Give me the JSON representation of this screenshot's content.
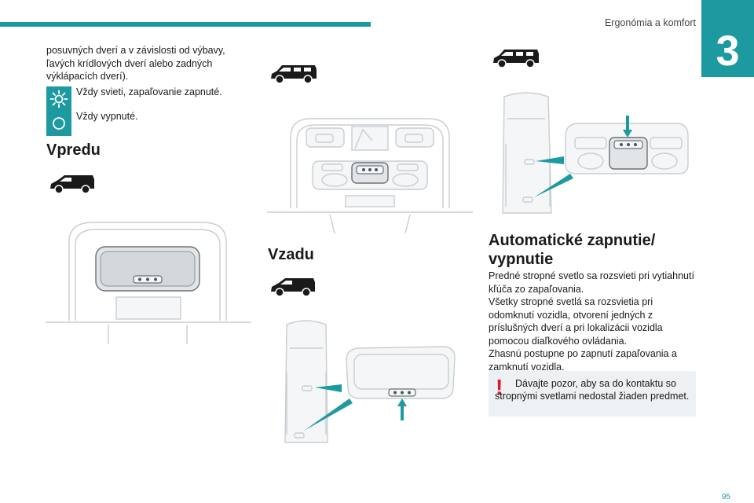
{
  "header": {
    "section_title": "Ergonómia a komfort",
    "chapter_number": "3",
    "page_number": "95"
  },
  "intro": {
    "text": "posuvných dverí a v závislosti od výbavy, ľavých krídlových dverí alebo zadných výklápacích dverí).",
    "items": [
      {
        "icon": "light-on-icon",
        "label": "Vždy svieti, zapaľovanie zapnuté."
      },
      {
        "icon": "light-off-icon",
        "label": "Vždy vypnuté."
      }
    ]
  },
  "sections": {
    "front": {
      "heading": "Vpredu"
    },
    "rear": {
      "heading": "Vzadu"
    },
    "auto": {
      "heading": "Automatické zapnutie/ vypnutie",
      "paragraphs": [
        "Predné stropné svetlo sa rozsvieti pri vytiahnutí kľúča zo zapaľovania.",
        "Všetky stropné svetlá sa rozsvietia pri odomknutí vozidla, otvorení jedných z príslušných dverí a pri lokalizácii vozidla pomocou diaľkového ovládania.",
        "Zhasnú postupne po zapnutí zapaľovania a zamknutí vozidla."
      ]
    }
  },
  "warning": {
    "mark": "!",
    "text": "Dávajte pozor, aby sa do kontaktu so stropnými svetlami nedostal žiaden predmet."
  },
  "colors": {
    "accent": "#1d9aa0",
    "warning": "#e2172a",
    "note_bg": "#eef1f3"
  }
}
